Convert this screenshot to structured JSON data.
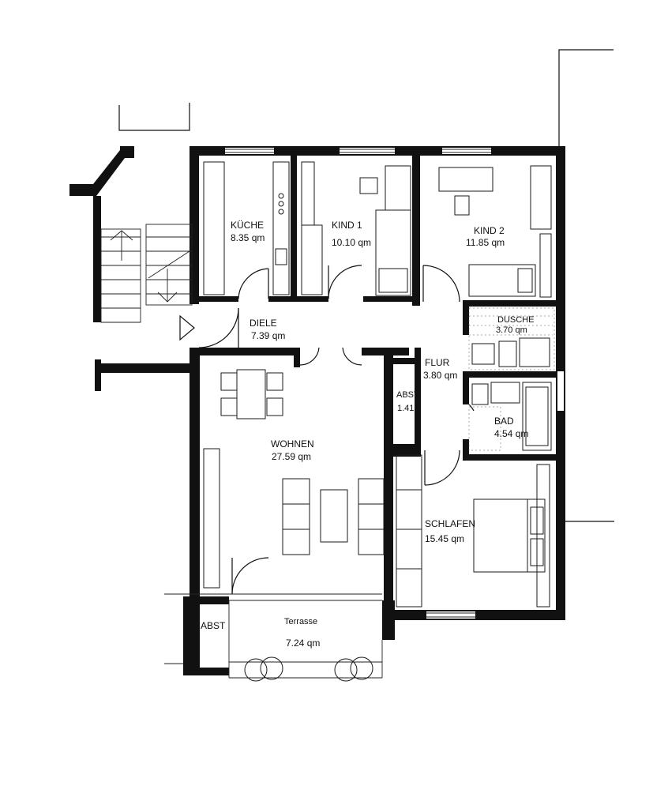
{
  "rooms": {
    "kueche": {
      "name": "KÜCHE",
      "area": "8.35 qm"
    },
    "kind1": {
      "name": "KIND 1",
      "area": "10.10 qm"
    },
    "kind2": {
      "name": "KIND 2",
      "area": "11.85 qm"
    },
    "diele": {
      "name": "DIELE",
      "area": "7.39 qm"
    },
    "dusche": {
      "name": "DUSCHE",
      "area": "3.70 qm"
    },
    "flur": {
      "name": "FLUR",
      "area": "3.80 qm"
    },
    "abst_inner": {
      "name": "ABST",
      "area": "1.41"
    },
    "bad": {
      "name": "BAD",
      "area": "4.54 qm"
    },
    "wohnen": {
      "name": "WOHNEN",
      "area": "27.59 qm"
    },
    "schlafen": {
      "name": "SCHLAFEN",
      "area": "15.45 qm"
    },
    "abst_outer": {
      "name": "ABST"
    },
    "terrasse": {
      "name": "Terrasse",
      "area": "7.24 qm"
    }
  }
}
